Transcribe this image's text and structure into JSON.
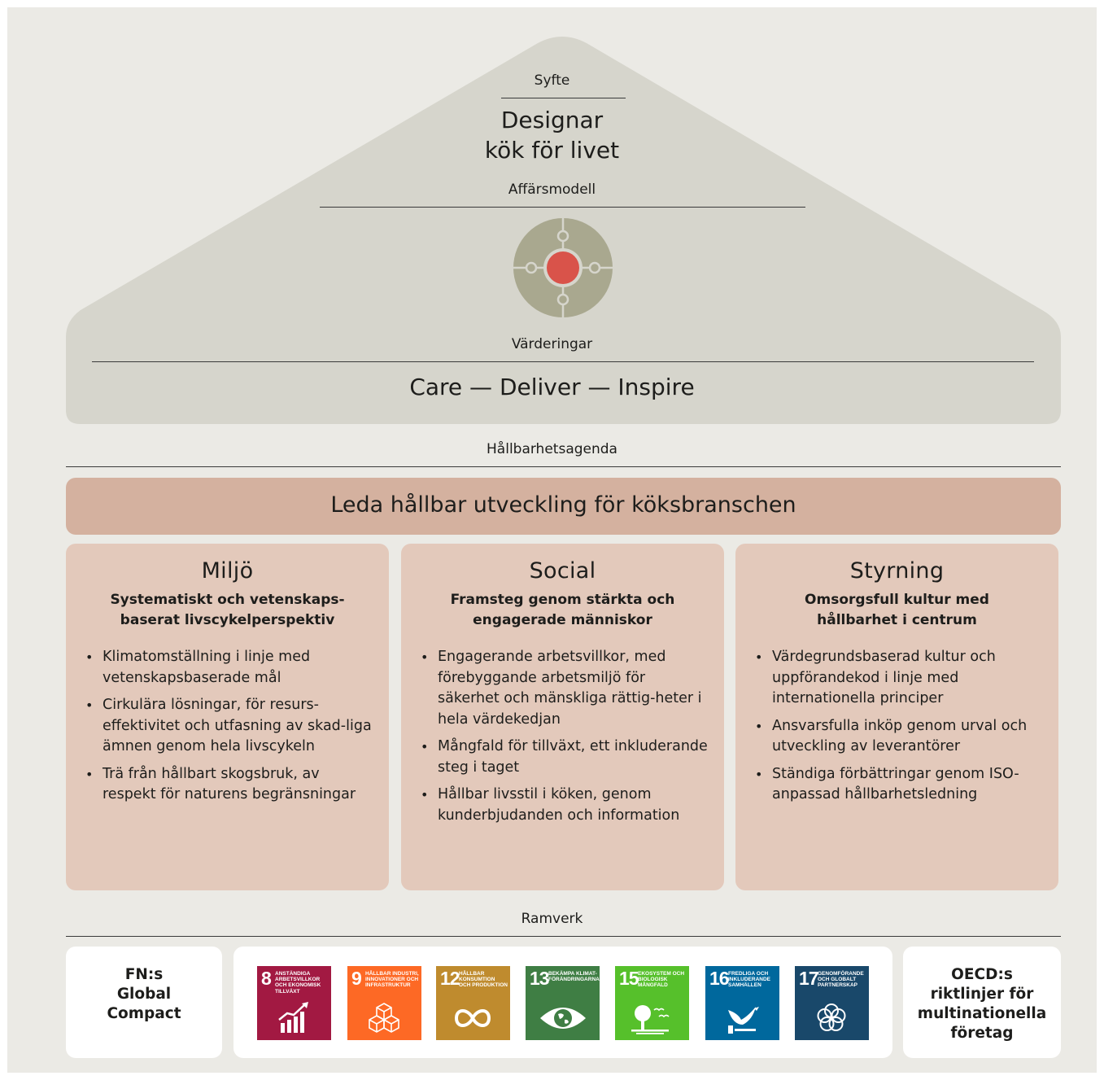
{
  "house": {
    "purpose_label": "Syfte",
    "purpose_line1": "Designar",
    "purpose_line2": "kök för livet",
    "business_model_label": "Affärsmodell",
    "values_label": "Värderingar",
    "values_text": "Care — Deliver — Inspire"
  },
  "agenda": {
    "label": "Hållbarhetsagenda",
    "banner": "Leda hållbar utveckling för köksbranschen"
  },
  "pillars": [
    {
      "title": "Miljö",
      "subtitle_line1": "Systematiskt och vetenskaps-",
      "subtitle_line2": "baserat livscykelperspektiv",
      "bullets": [
        "Klimatomställning i linje med vetenskapsbaserade mål",
        "Cirkulära lösningar, för resurs-effektivitet och utfasning av skad-liga ämnen genom hela livscykeln",
        "Trä från hållbart skogsbruk, av respekt för naturens begränsningar"
      ]
    },
    {
      "title": "Social",
      "subtitle_line1": "Framsteg genom stärkta och",
      "subtitle_line2": "engagerade människor",
      "bullets": [
        "Engagerande arbetsvillkor, med förebyggande arbetsmiljö för säkerhet och mänskliga rättig-heter i hela värdekedjan",
        "Mångfald för tillväxt, ett inkluderande steg i taget",
        "Hållbar livsstil i köken, genom kunderbjudanden och information"
      ]
    },
    {
      "title": "Styrning",
      "subtitle_line1": "Omsorgsfull kultur med",
      "subtitle_line2": "hållbarhet i centrum",
      "bullets": [
        "Värdegrundsbaserad kultur och uppförandekod i linje med internationella principer",
        "Ansvarsfulla inköp genom urval och utveckling av leverantörer",
        "Ständiga förbättringar genom ISO-anpassad hållbarhetsledning"
      ]
    }
  ],
  "framework": {
    "label": "Ramverk",
    "left_box": [
      "FN:s",
      "Global",
      "Compact"
    ],
    "right_box": [
      "OECD:s",
      "riktlinjer för",
      "multinationella",
      "företag"
    ],
    "sdgs": [
      {
        "num": "8",
        "title": "ANSTÄNDIGA ARBETSVILLKOR OCH EKONOMISK TILLVÄXT",
        "color": "#a21942",
        "icon": "growth-chart-icon"
      },
      {
        "num": "9",
        "title": "HÅLLBAR INDUSTRI, INNOVATIONER OCH INFRASTRUKTUR",
        "color": "#fd6925",
        "icon": "cubes-icon"
      },
      {
        "num": "12",
        "title": "HÅLLBAR KONSUMTION OCH PRODUKTION",
        "color": "#bf8b2e",
        "icon": "infinity-icon"
      },
      {
        "num": "13",
        "title": "BEKÄMPA KLIMAT-FÖRÄNDRINGARNA",
        "color": "#3f7e44",
        "icon": "eye-globe-icon"
      },
      {
        "num": "15",
        "title": "EKOSYSTEM OCH BIOLOGISK MÅNGFALD",
        "color": "#56c02b",
        "icon": "tree-birds-icon"
      },
      {
        "num": "16",
        "title": "FREDLIGA OCH INKLUDERANDE SAMHÄLLEN",
        "color": "#00689d",
        "icon": "dove-gavel-icon"
      },
      {
        "num": "17",
        "title": "GENOMFÖRANDE OCH GLOBALT PARTNERSKAP",
        "color": "#19486a",
        "icon": "rings-icon"
      }
    ]
  }
}
